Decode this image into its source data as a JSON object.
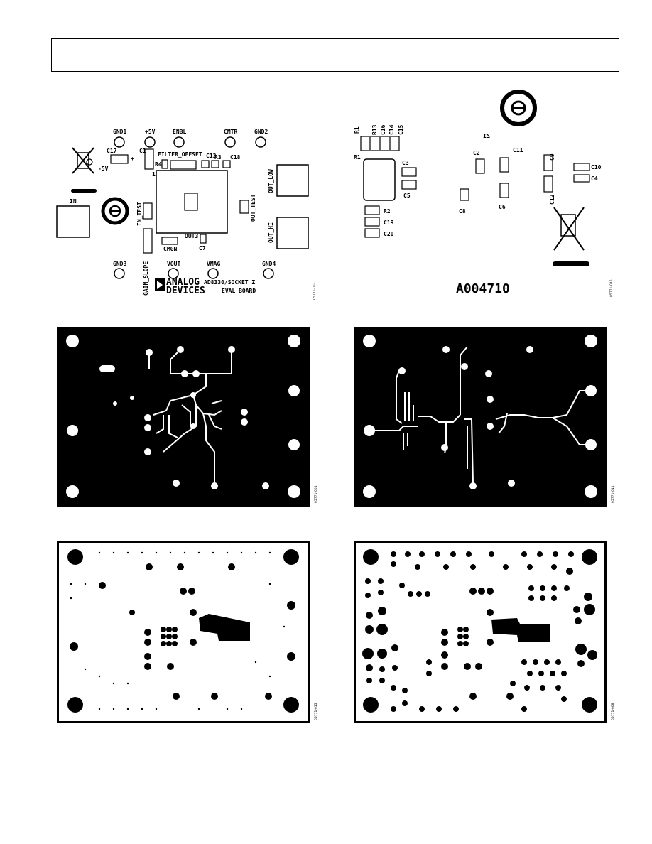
{
  "header": {
    "text": ""
  },
  "figures": {
    "silk_top": {
      "id": "05771-003",
      "testpoints": [
        "GND1",
        "+5V",
        "ENBL",
        "CMTR",
        "GND2",
        "GND3",
        "VOUT",
        "VMAG",
        "GND4"
      ],
      "components": [
        "C17",
        "C1",
        "-5V",
        "R4",
        "FILTER_OFFSET",
        "R3",
        "C13",
        "C18",
        "IN",
        "IN_TEST",
        "GAIN_SLOPE",
        "CMGN",
        "OUT3",
        "C7",
        "OUT_LOW",
        "OUT_TEST",
        "OUT_HI",
        "1"
      ],
      "board_text": [
        "ANALOG",
        "DEVICES",
        "AD8330/SOCKET Z",
        "EVAL BOARD"
      ]
    },
    "silk_bottom": {
      "id": "05771-016",
      "components": [
        "R1",
        "R13",
        "C16",
        "C14",
        "C15",
        "R1",
        "C3",
        "C5",
        "R2",
        "C19",
        "C20",
        "Z1",
        "C2",
        "C11",
        "C9",
        "C10",
        "C4",
        "C8",
        "C6",
        "C12"
      ],
      "board_text": "A004710"
    },
    "copper_top": {
      "id": "05771-004"
    },
    "copper_bottom": {
      "id": "05771-011"
    },
    "mask_top": {
      "id": "05771-015"
    },
    "mask_bottom": {
      "id": "05771-008"
    }
  }
}
